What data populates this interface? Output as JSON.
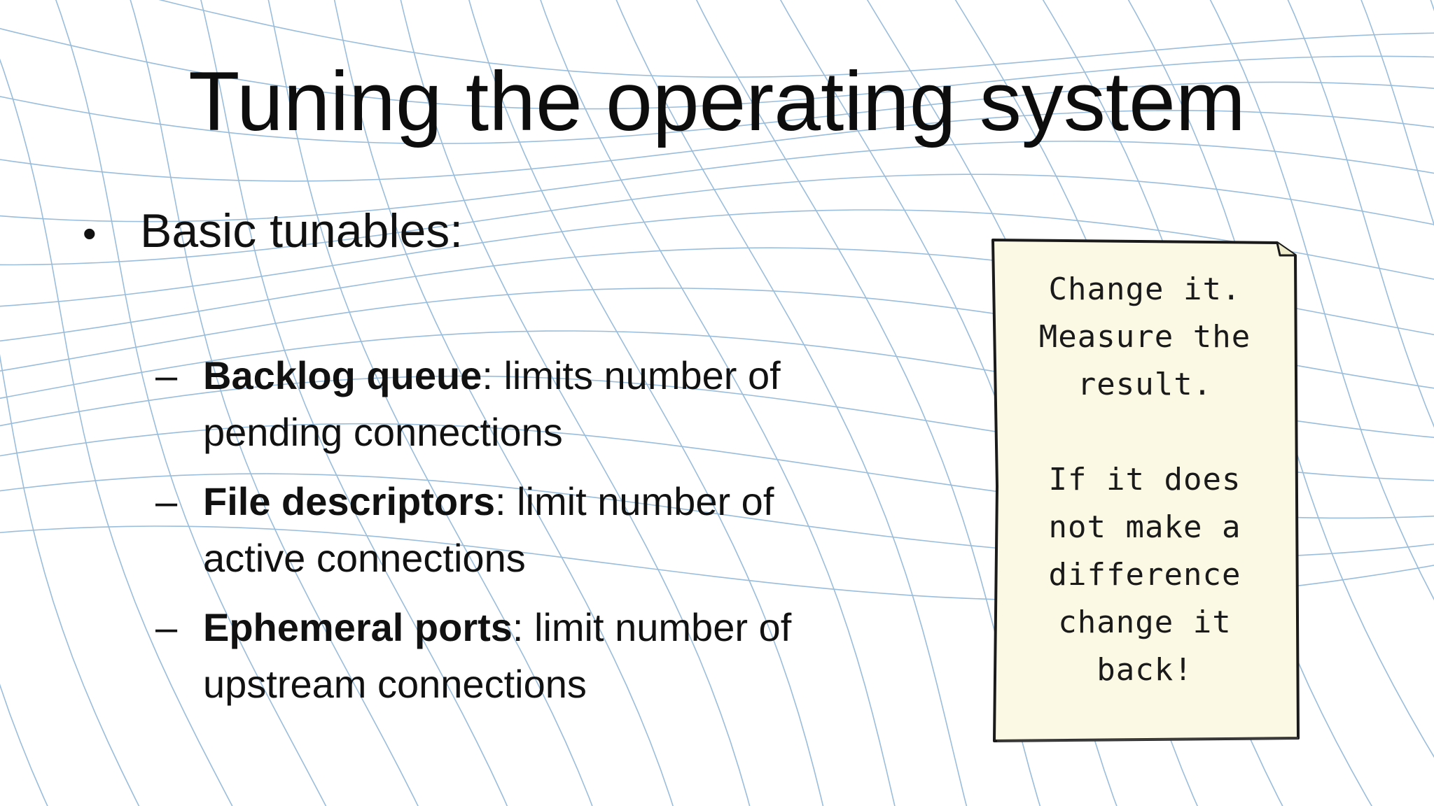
{
  "slide": {
    "title": "Tuning the operating system",
    "bullet": "Basic tunables:",
    "items": [
      {
        "term": "Backlog queue",
        "desc": ": limits number of pending connections"
      },
      {
        "term": "File descriptors",
        "desc": ": limit number of active connections"
      },
      {
        "term": "Ephemeral ports",
        "desc": ": limit number of upstream connections"
      }
    ]
  },
  "note": {
    "lines": [
      "Change it.",
      "Measure the",
      "result.",
      "",
      "If it does",
      "not make a",
      "difference",
      "change it",
      "back!"
    ]
  },
  "colors": {
    "grid": "#8fb6d8",
    "note_fill": "#fbf9e4",
    "note_border": "#1a1a1a",
    "text": "#111111"
  }
}
